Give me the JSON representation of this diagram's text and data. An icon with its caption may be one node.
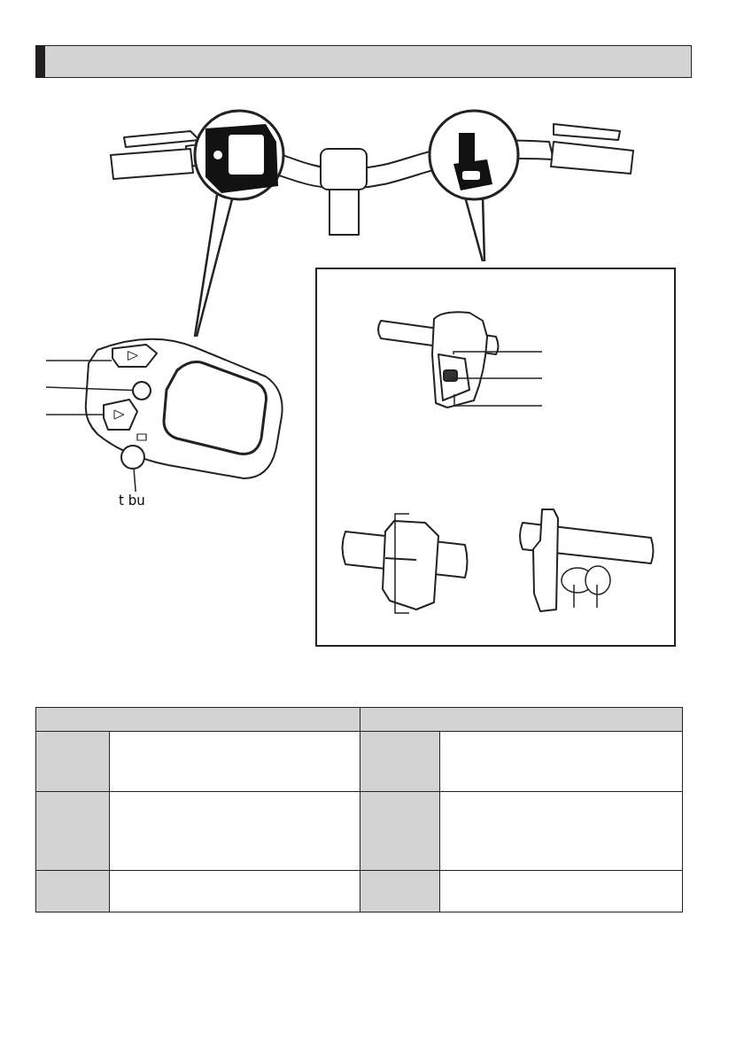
{
  "diagram": {
    "nodes": [
      {
        "text": [],
        "shape": "box"
      },
      {
        "text": [],
        "shape": "circle"
      },
      {
        "text": [],
        "shape": "box"
      },
      {
        "text": [
          "t bu"
        ]
      },
      {
        "text": [],
        "shape": "circle"
      }
    ],
    "edges": [
      {
        "from": null,
        "to": 0,
        "arrow": "none"
      },
      {
        "from": null,
        "to": 1,
        "arrow": "none"
      },
      {
        "from": null,
        "to": 2,
        "arrow": "none"
      },
      {
        "from": 3,
        "to": 4,
        "arrow": "none"
      }
    ]
  }
}
